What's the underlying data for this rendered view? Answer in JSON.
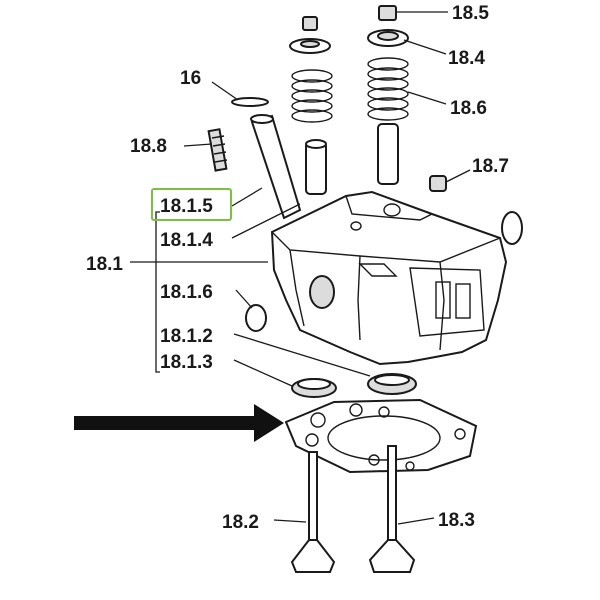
{
  "labels": {
    "l_18_5": "18.5",
    "l_18_4": "18.4",
    "l_16": "16",
    "l_18_6": "18.6",
    "l_18_8": "18.8",
    "l_18_7": "18.7",
    "l_18_1_5": "18.1.5",
    "l_18_1_4": "18.1.4",
    "l_18_1": "18.1",
    "l_18_1_6": "18.1.6",
    "l_18_1_2": "18.1.2",
    "l_18_1_3": "18.1.3",
    "l_18_2": "18.2",
    "l_18_3": "18.3"
  },
  "highlighted_label": "18.1.5",
  "colors": {
    "line": "#1a1a1a",
    "highlight": "#7ac143",
    "arrow": "#111111",
    "part_fill": "#dcdcdc"
  }
}
